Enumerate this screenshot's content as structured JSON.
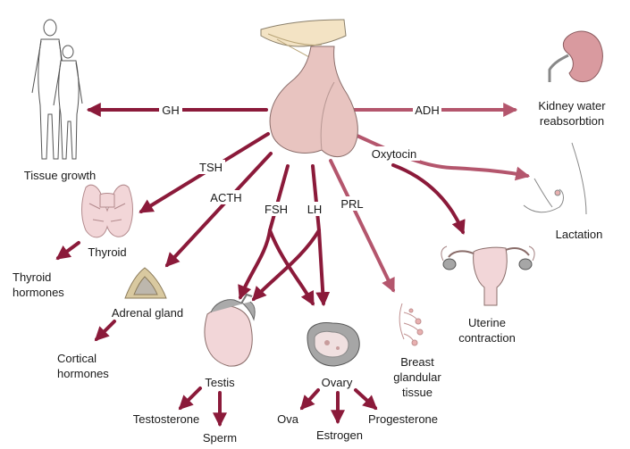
{
  "hormones": {
    "gh": "GH",
    "adh": "ADH",
    "tsh": "TSH",
    "acth": "ACTH",
    "fsh": "FSH",
    "lh": "LH",
    "prl": "PRL",
    "oxytocin": "Oxytocin"
  },
  "targets": {
    "tissue_growth": "Tissue growth",
    "kidney_line1": "Kidney water",
    "kidney_line2": "reabsorbtion",
    "thyroid": "Thyroid",
    "thyroid_hormones_line1": "Thyroid",
    "thyroid_hormones_line2": "hormones",
    "adrenal_gland": "Adrenal gland",
    "cortical_line1": "Cortical",
    "cortical_line2": "hormones",
    "testis": "Testis",
    "testosterone": "Testosterone",
    "sperm": "Sperm",
    "ovary": "Ovary",
    "ova": "Ova",
    "estrogen": "Estrogen",
    "progesterone": "Progesterone",
    "breast_line1": "Breast",
    "breast_line2": "glandular",
    "breast_line3": "tissue",
    "lactation": "Lactation",
    "uterine_line1": "Uterine",
    "uterine_line2": "contraction"
  },
  "colors": {
    "arrow_dark": "#8b1a3a",
    "arrow_light": "#b4566d",
    "gland_fill": "#e8c4c0",
    "organ_pink": "#f2d6d8"
  }
}
